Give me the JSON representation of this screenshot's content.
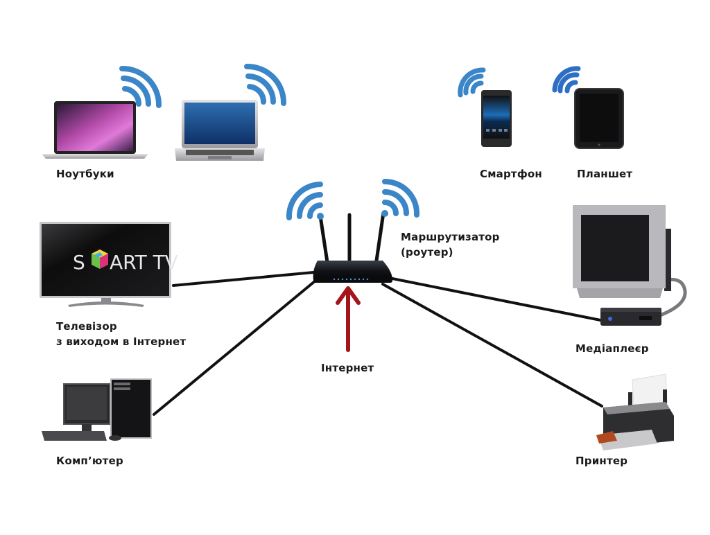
{
  "diagram": {
    "title": "Home network with Wi-Fi router",
    "hub": {
      "id": "router",
      "label_line1": "Маршрутизатор",
      "label_line2": "(роутер)",
      "antennas": 3,
      "wireless": true
    },
    "uplink": {
      "id": "internet",
      "label": "Інтернет",
      "direction": "into-router",
      "color": "#a3151b"
    },
    "wireless_devices": [
      {
        "id": "laptop-1",
        "type": "laptop",
        "group_label": "Ноутбуки"
      },
      {
        "id": "laptop-2",
        "type": "laptop",
        "group_label": "Ноутбуки"
      },
      {
        "id": "smartphone",
        "type": "smartphone",
        "label": "Смартфон"
      },
      {
        "id": "tablet",
        "type": "tablet",
        "label": "Планшет"
      }
    ],
    "wired_devices": [
      {
        "id": "smart-tv",
        "type": "smart-tv",
        "label_line1": "Телевізор",
        "label_line2": "з виходом в Інтернет",
        "screen_text_left": "S",
        "screen_text_right": "ART TV"
      },
      {
        "id": "computer",
        "type": "desktop-computer",
        "label": "Комп’ютер"
      },
      {
        "id": "media-player",
        "type": "media-player",
        "label": "Медіаплеєр",
        "attached_to": "crt-tv"
      },
      {
        "id": "printer",
        "type": "printer",
        "label": "Принтер"
      }
    ],
    "labels": {
      "laptops": "Ноутбуки",
      "smartphone": "Смартфон",
      "tablet": "Планшет",
      "router_line1": "Маршрутизатор",
      "router_line2": "(роутер)",
      "tv_line1": "Телевізор",
      "tv_line2": "з виходом в Інтернет",
      "internet": "Інтернет",
      "media_player": "Медіаплеєр",
      "computer": "Комп’ютер",
      "printer": "Принтер",
      "smart_tv_left": "S",
      "smart_tv_right": "ART TV"
    },
    "colors": {
      "wifi": "#3a86c8",
      "wifi_tablet": "#2d6fc4",
      "cable": "#111111",
      "internet_arrow": "#a3151b",
      "device_dark": "#1b1b1e",
      "device_silver": "#b9b9bd"
    }
  }
}
